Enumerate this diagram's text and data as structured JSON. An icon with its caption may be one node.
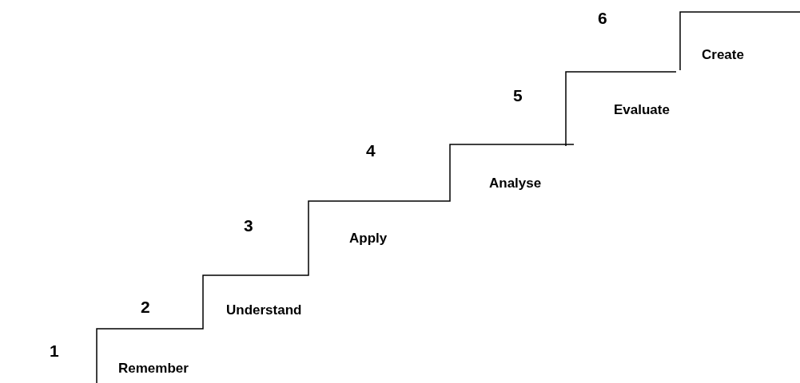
{
  "diagram": {
    "labels": [
      "1",
      "Remember",
      "2",
      "Understand",
      "3",
      "Apply",
      "4",
      "Analyse",
      "5",
      "Evaluate",
      "6",
      "Create"
    ]
  }
}
